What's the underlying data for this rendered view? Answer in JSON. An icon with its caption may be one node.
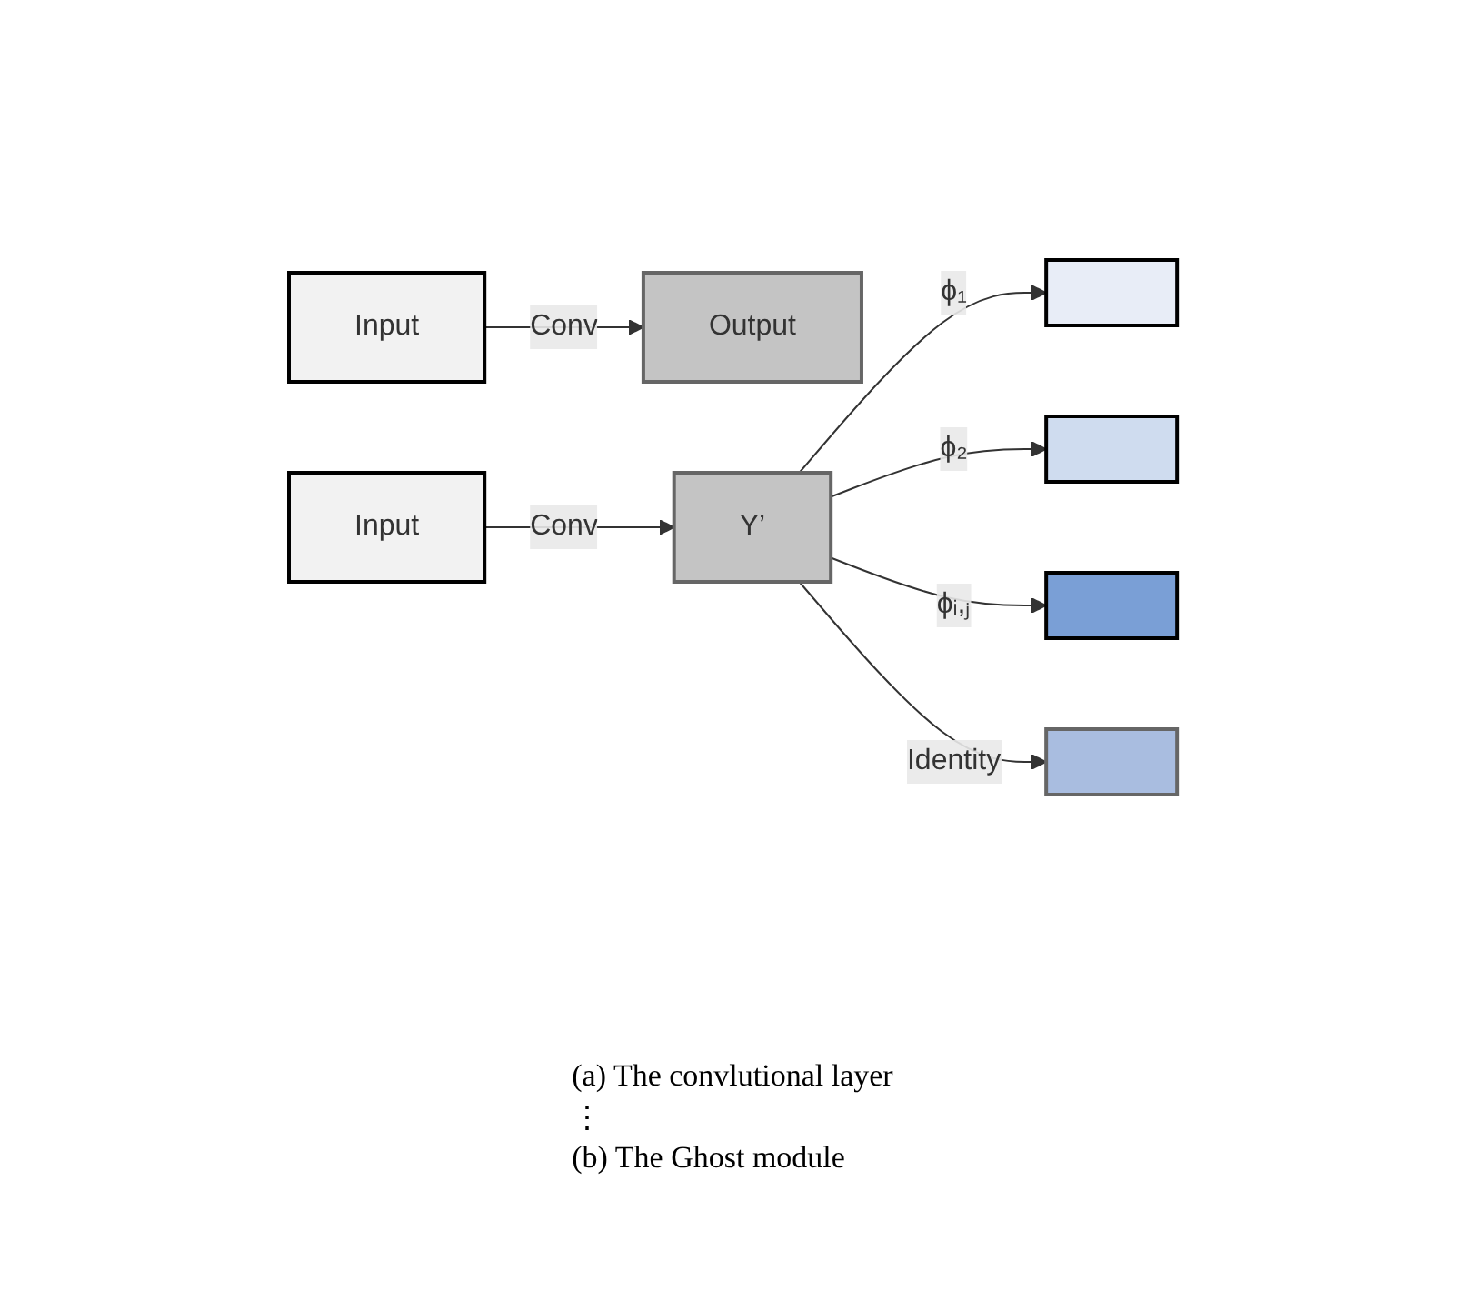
{
  "diagram": {
    "nodes": [
      {
        "text": [
          "Input"
        ]
      },
      {
        "text": [
          "Output"
        ]
      },
      {
        "text": [
          "Input"
        ]
      },
      {
        "text": [
          "Y’"
        ]
      },
      {
        "text": [],
        "shape": "box"
      },
      {
        "text": [],
        "shape": "box"
      },
      {
        "text": [],
        "shape": "box"
      },
      {
        "text": [],
        "shape": "box"
      }
    ],
    "edges": [
      {
        "from": 0,
        "to": 1,
        "arrow": "to",
        "label": "Conv"
      },
      {
        "from": 2,
        "to": 3,
        "arrow": "to",
        "label": "Conv"
      },
      {
        "from": 3,
        "to": 4,
        "arrow": "to",
        "label": "ϕ₁"
      },
      {
        "from": 3,
        "to": 5,
        "arrow": "to",
        "label": "ϕ₂"
      },
      {
        "from": 3,
        "to": 6,
        "arrow": "to",
        "label": "ϕᵢ,ⱼ"
      },
      {
        "from": 3,
        "to": 7,
        "arrow": "to",
        "label": "Identity"
      }
    ],
    "labels": [
      "(a) The convlutional layer",
      "⋮",
      "(b) The Ghost module"
    ]
  }
}
